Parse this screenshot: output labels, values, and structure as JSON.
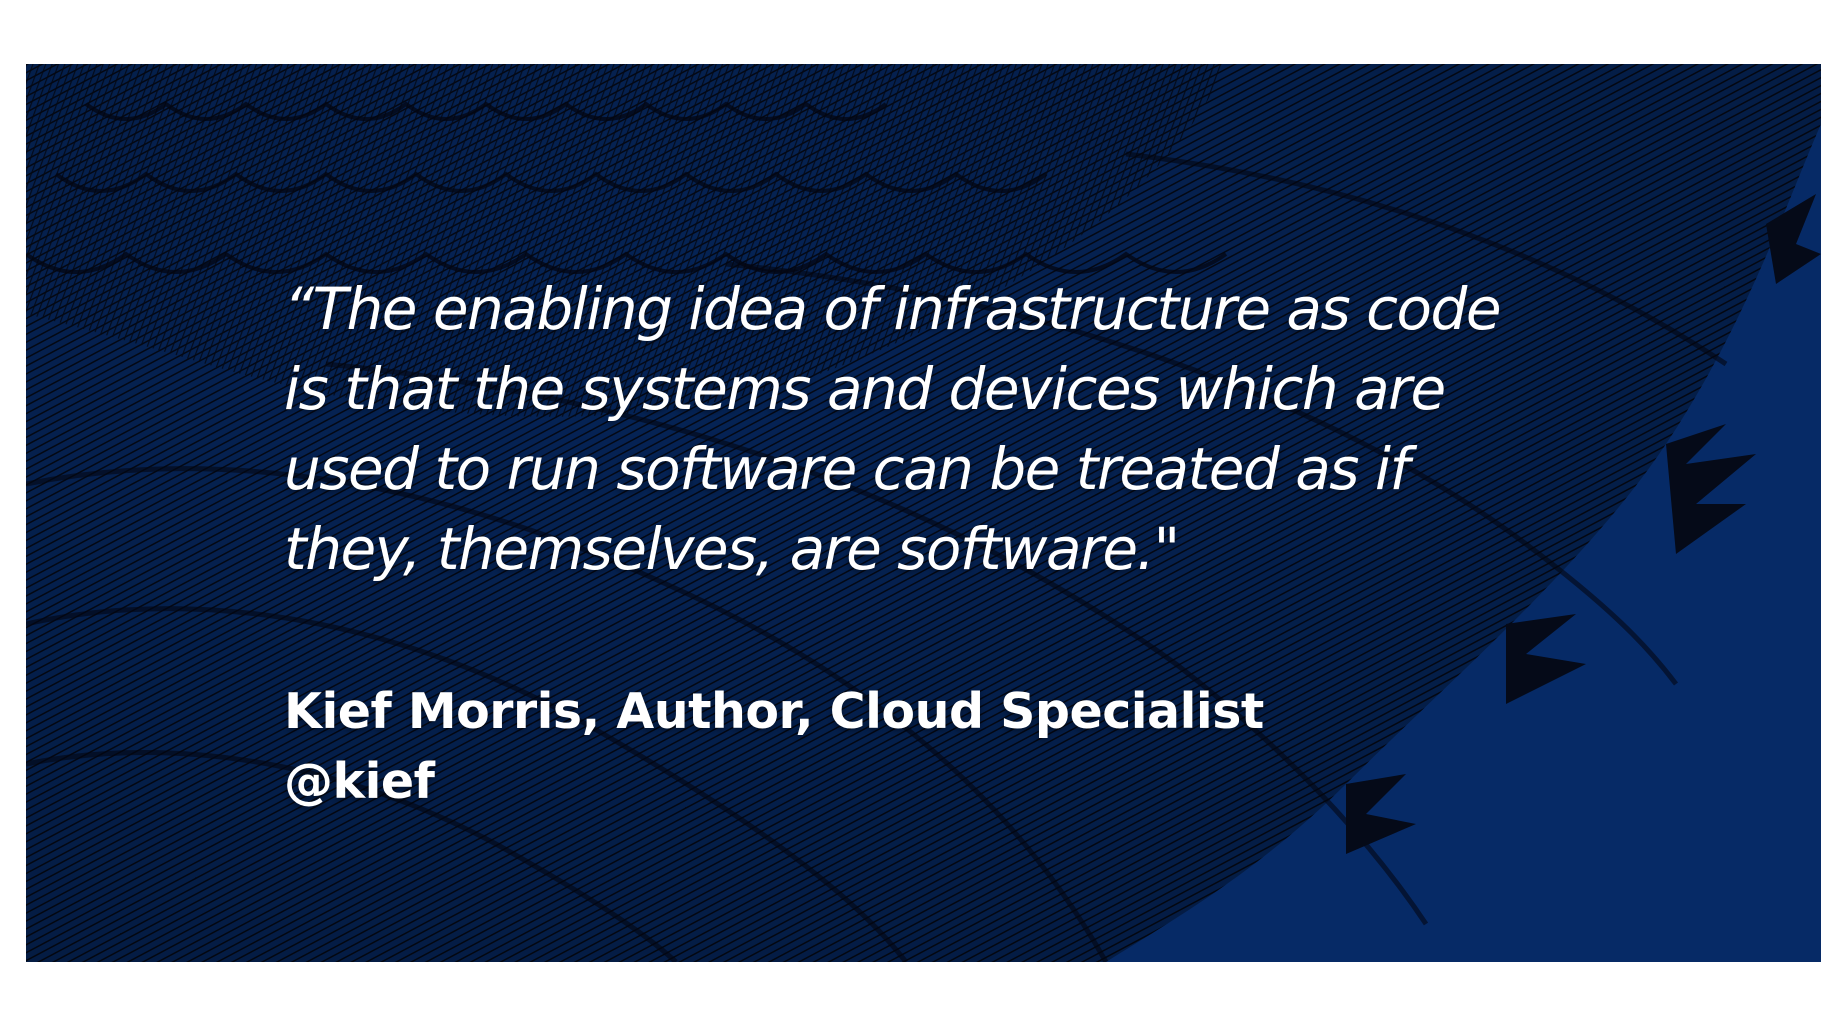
{
  "slide": {
    "quote_lines": [
      "“The enabling idea of infrastructure as code",
      "is that the systems and devices which are",
      "used to run software can be treated as if",
      "they, themselves, are software.\""
    ],
    "author_line": "Kief Morris, Author, Cloud Specialist",
    "handle": "@kief",
    "background_color": "#062a66",
    "feather_color": "#0a0e1f",
    "text_color": "#ffffff"
  }
}
